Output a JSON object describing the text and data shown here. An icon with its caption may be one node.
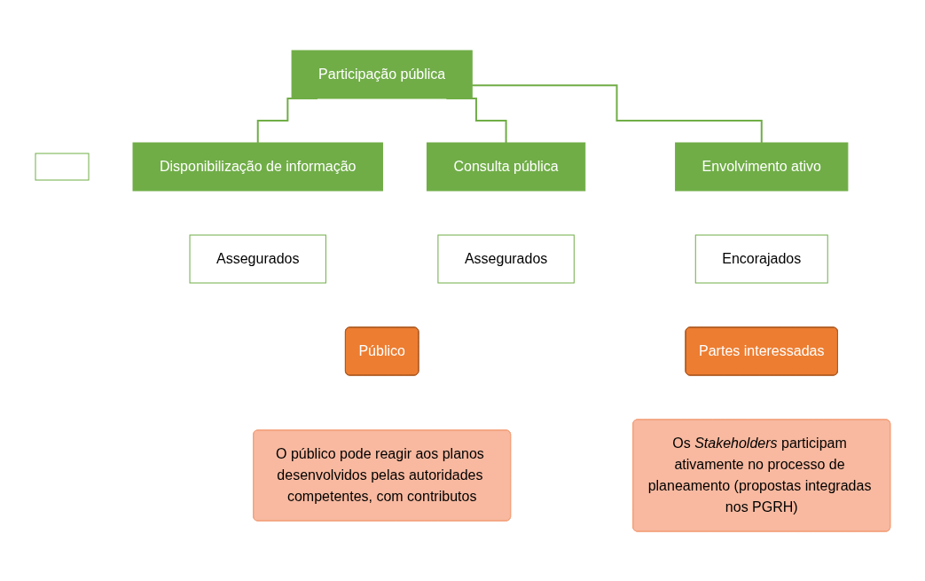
{
  "diagram": {
    "nodes": [
      {
        "text": [
          "Participação pública"
        ]
      },
      {
        "text": [],
        "shape": "box"
      },
      {
        "text": [
          "Disponibilização de informação"
        ]
      },
      {
        "text": [
          "Assegurados"
        ]
      },
      {
        "text": [
          "Consulta pública"
        ]
      },
      {
        "text": [
          "Assegurados"
        ]
      },
      {
        "text": [
          "Envolvimento ativo"
        ]
      },
      {
        "text": [
          "Encorajados"
        ]
      },
      {
        "text": [
          "Público"
        ]
      },
      {
        "text": [
          "Partes interessadas"
        ]
      },
      {
        "text": [
          "O público pode reagir aos planos desenvolvidos pelas autoridades competentes, com contributos"
        ]
      },
      {
        "text": [
          "Os *Stakeholders* participam ativamente no processo de planeamento (propostas integradas nos PGRH)"
        ]
      }
    ],
    "edges": [
      {
        "from": 0,
        "to": 2,
        "arrow": "none"
      },
      {
        "from": 0,
        "to": 4,
        "arrow": "none"
      },
      {
        "from": 0,
        "to": 6,
        "arrow": "none"
      }
    ]
  }
}
